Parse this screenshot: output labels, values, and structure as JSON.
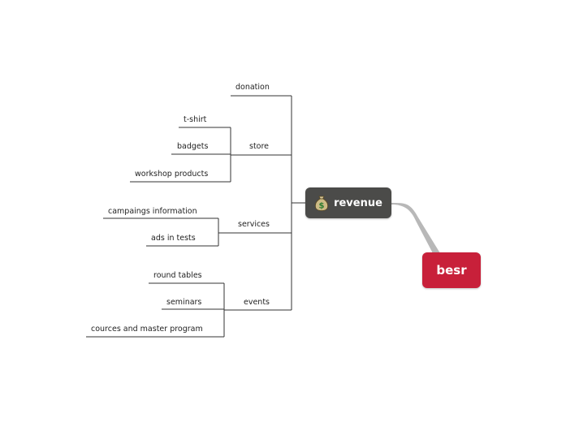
{
  "root": {
    "label": "besr"
  },
  "central": {
    "label": "revenue",
    "icon": "money-bag-icon"
  },
  "branches": {
    "donation": "donation",
    "store": {
      "label": "store",
      "children": [
        "t-shirt",
        "badgets",
        "workshop products"
      ]
    },
    "services": {
      "label": "services",
      "children": [
        "campaings information",
        "ads in tests"
      ]
    },
    "events": {
      "label": "events",
      "children": [
        "round tables",
        "seminars",
        "cources and master program"
      ]
    }
  },
  "colors": {
    "central_bg": "#4b4b49",
    "root_bg": "#c8203a",
    "line": "#333333",
    "connector": "#aaaaaa"
  }
}
